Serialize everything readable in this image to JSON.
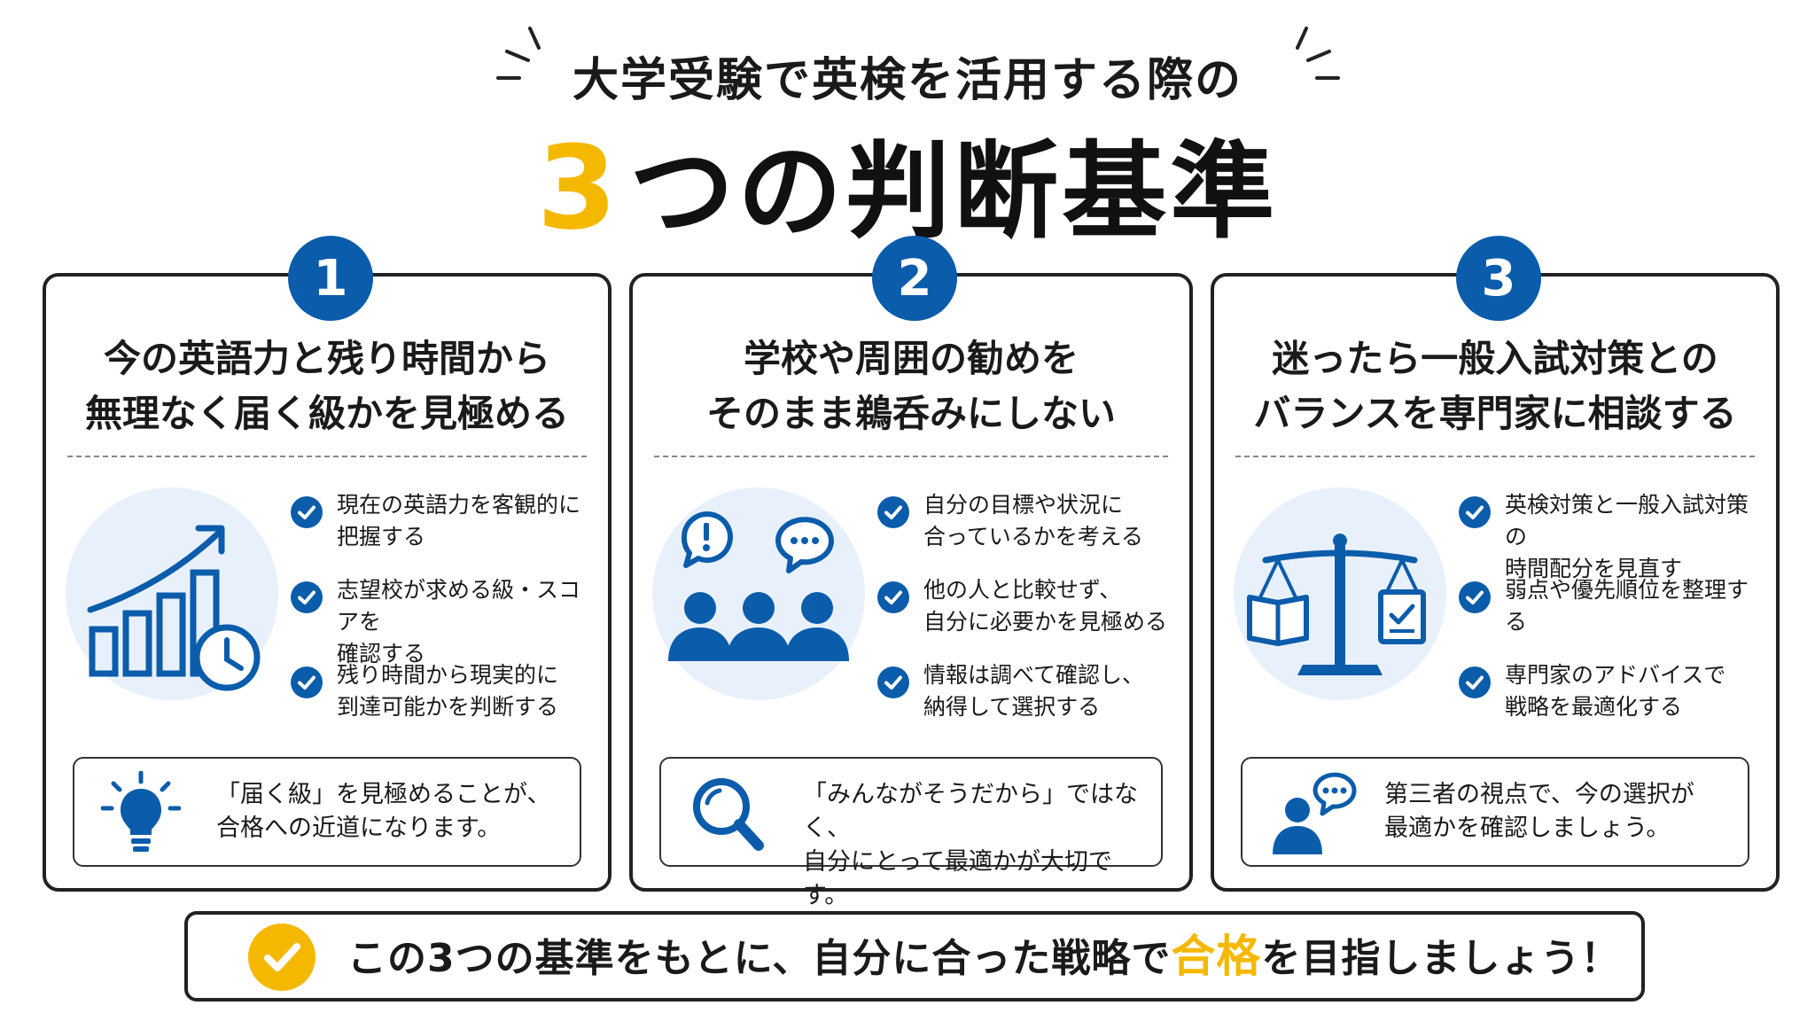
{
  "header": {
    "subtitle": "大学受験で英検を活用する際の",
    "title_number": "3",
    "title_rest": "つの判断基準"
  },
  "colors": {
    "accent_blue": "#0b5cab",
    "accent_yellow": "#f5b800",
    "light_blue": "#e8f1fb"
  },
  "cards": [
    {
      "number": "1",
      "title_line1": "今の英語力と残り時間から",
      "title_line2": "無理なく届く級かを見極める",
      "icon": "chart-clock-icon",
      "checks": [
        {
          "line1": "現在の英語力を客観的に",
          "line2": "把握する"
        },
        {
          "line1": "志望校が求める級・スコアを",
          "line2": "確認する"
        },
        {
          "line1": "残り時間から現実的に",
          "line2": "到達可能かを判断する"
        }
      ],
      "tip_icon": "lightbulb-icon",
      "tip_line1": "「届く級」を見極めることが、",
      "tip_line2": "合格への近道になります。"
    },
    {
      "number": "2",
      "title_line1": "学校や周囲の勧めを",
      "title_line2": "そのまま鵜呑みにしない",
      "icon": "people-speech-icon",
      "checks": [
        {
          "line1": "自分の目標や状況に",
          "line2": "合っているかを考える"
        },
        {
          "line1": "他の人と比較せず、",
          "line2": "自分に必要かを見極める"
        },
        {
          "line1": "情報は調べて確認し、",
          "line2": "納得して選択する"
        }
      ],
      "tip_icon": "magnifier-icon",
      "tip_line1": "「みんながそうだから」ではなく、",
      "tip_line2": "自分にとって最適かが大切です。"
    },
    {
      "number": "3",
      "title_line1": "迷ったら一般入試対策との",
      "title_line2": "バランスを専門家に相談する",
      "icon": "balance-scale-icon",
      "checks": [
        {
          "line1": "英検対策と一般入試対策の",
          "line2": "時間配分を見直す"
        },
        {
          "line1": "弱点や優先順位を整理する",
          "line2": ""
        },
        {
          "line1": "専門家のアドバイスで",
          "line2": "戦略を最適化する"
        }
      ],
      "tip_icon": "advisor-chat-icon",
      "tip_line1": "第三者の視点で、今の選択が",
      "tip_line2": "最適かを確認しましょう。"
    }
  ],
  "footer": {
    "text_before": "この3つの基準をもとに、自分に合った戦略で",
    "highlight": "合格",
    "text_after": "を目指しましょう！"
  }
}
